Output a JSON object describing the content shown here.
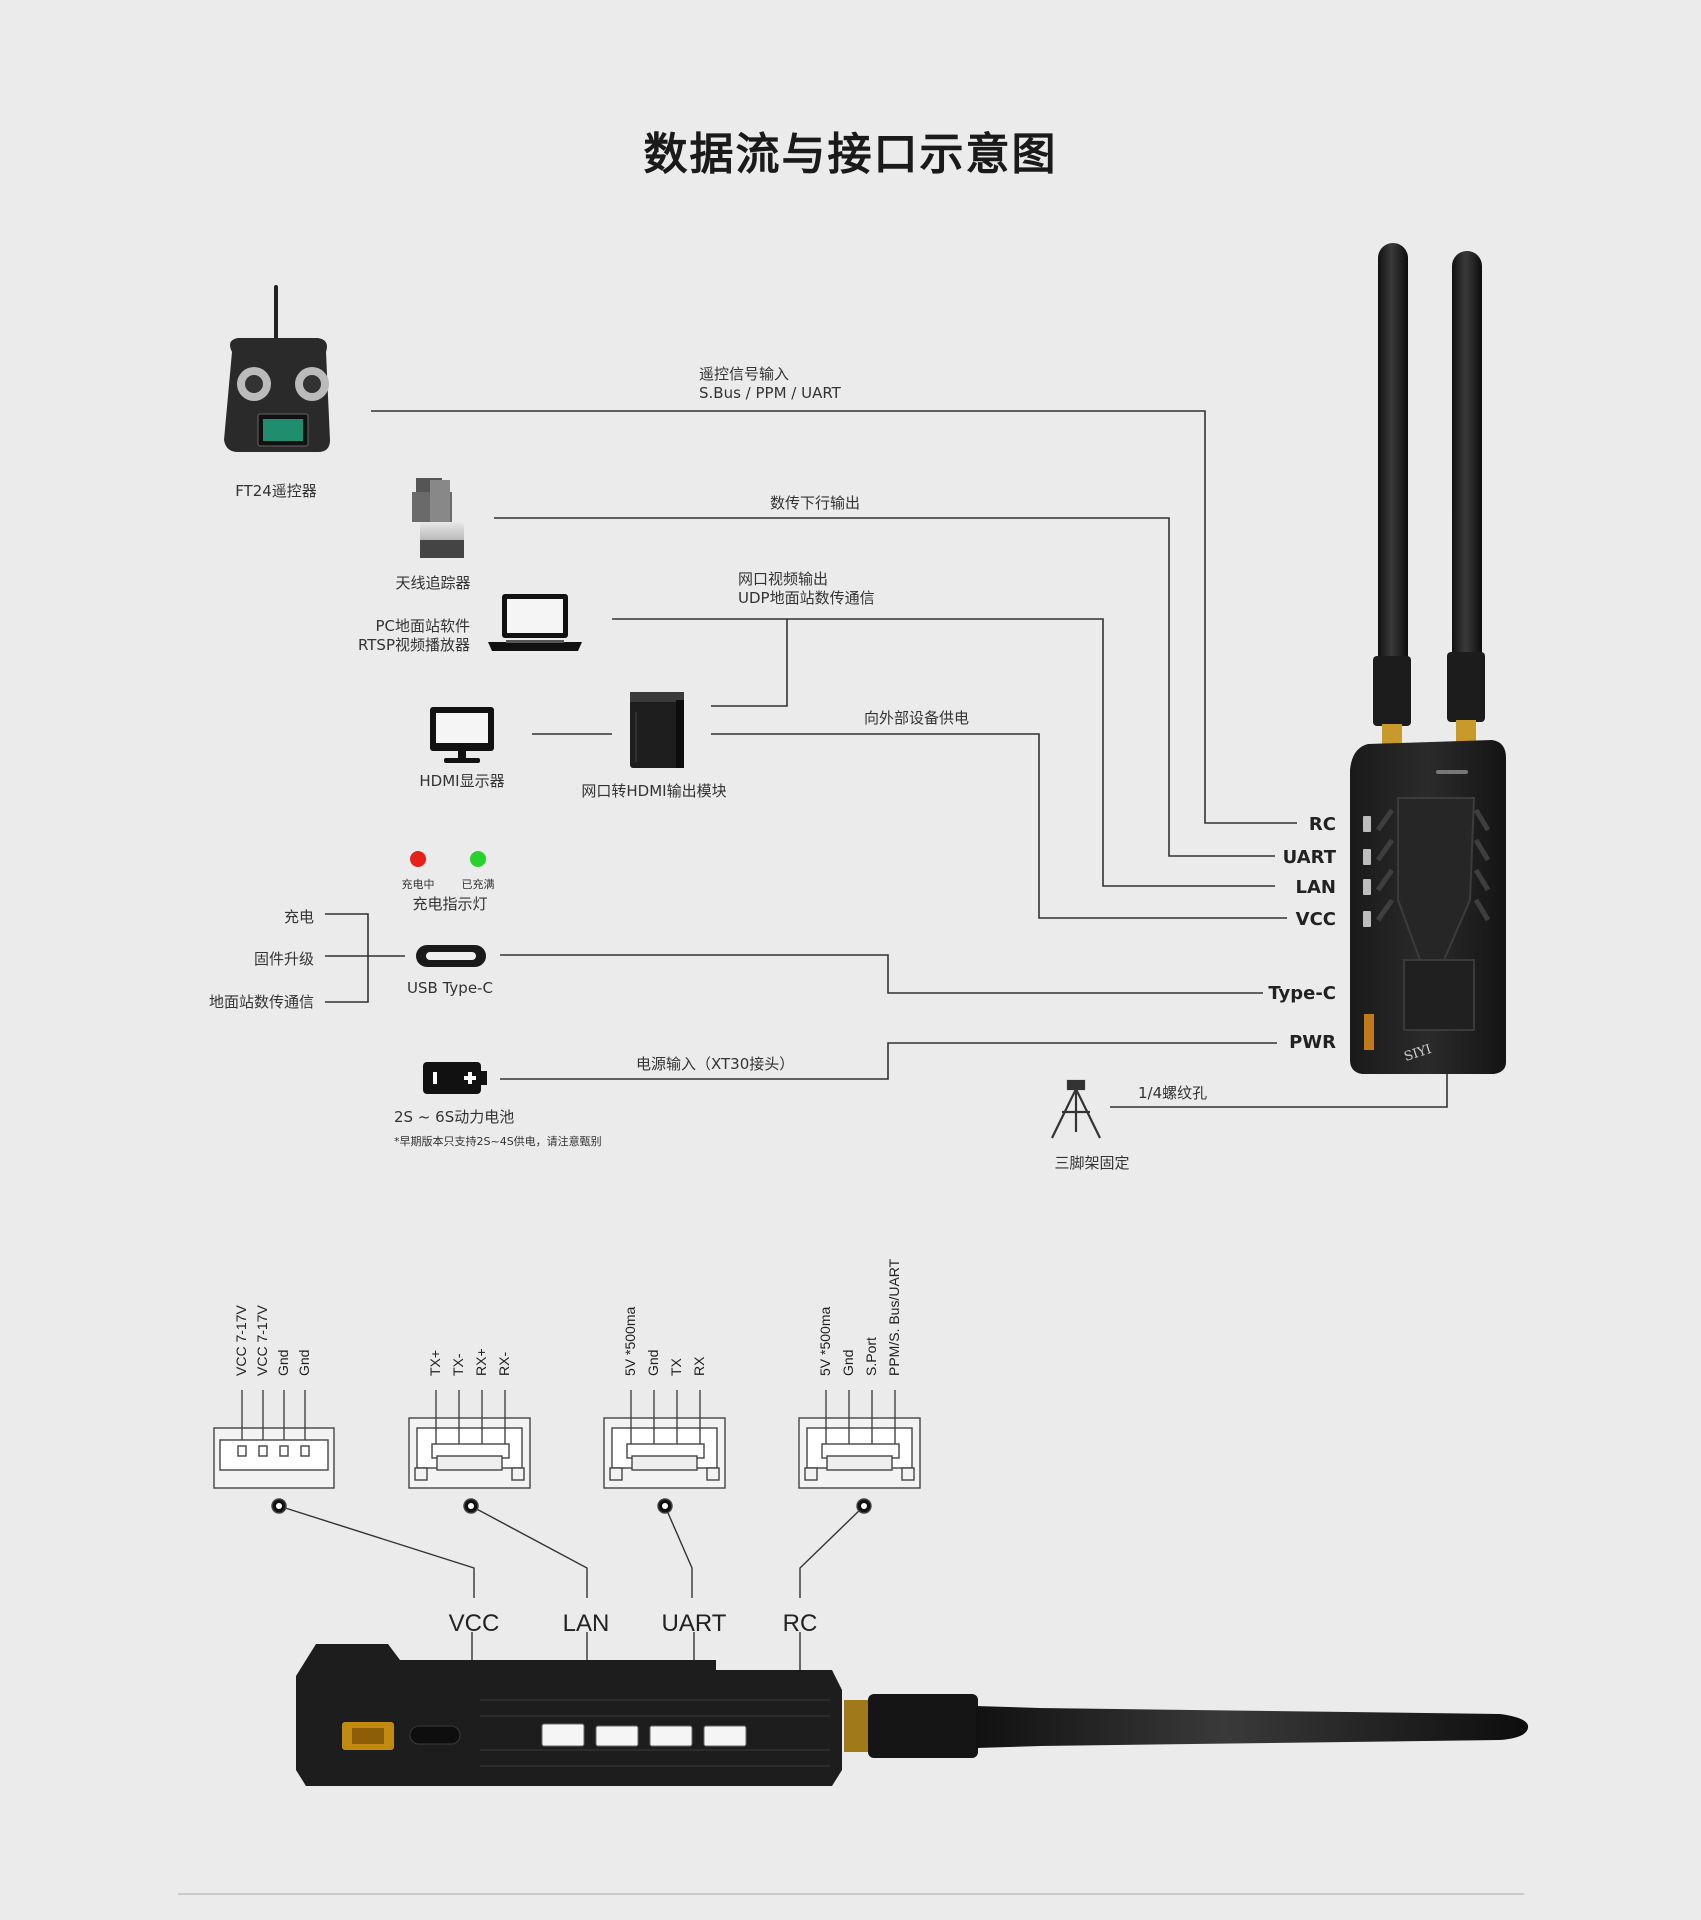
{
  "title": "数据流与接口示意图",
  "devices": {
    "rc": "FT24遥控器",
    "tracker": "天线追踪器",
    "pc_line1": "PC地面站软件",
    "pc_line2": "RTSP视频播放器",
    "hdmi_display": "HDMI显示器",
    "hdmi_module": "网口转HDMI输出模块",
    "usb": "USB Type-C",
    "battery": "2S ~ 6S动力电池",
    "battery_note": "*早期版本只支持2S~4S供电，请注意甄别",
    "tripod": "三脚架固定",
    "brand": "SIYI"
  },
  "links": {
    "rc_line1": "遥控信号输入",
    "rc_line2": "S.Bus / PPM / UART",
    "telemetry": "数传下行输出",
    "lan_line1": "网口视频输出",
    "lan_line2": "UDP地面站数传通信",
    "power_out": "向外部设备供电",
    "power_in": "电源输入（XT30接头）",
    "screw": "1/4螺纹孔"
  },
  "indicator": {
    "charging": "充电中",
    "full": "已充满",
    "label": "充电指示灯",
    "red": "#e8201c",
    "green": "#27d22a"
  },
  "usb_functions": [
    "充电",
    "固件升级",
    "地面站数传通信"
  ],
  "ports": [
    "RC",
    "UART",
    "LAN",
    "VCC",
    "Type-C",
    "PWR"
  ],
  "connectors": [
    {
      "name": "VCC",
      "pins": [
        "VCC 7-17V",
        "VCC 7-17V",
        "Gnd",
        "Gnd"
      ]
    },
    {
      "name": "LAN",
      "pins": [
        "TX+",
        "TX-",
        "RX+",
        "RX-"
      ]
    },
    {
      "name": "UART",
      "pins": [
        "5V *500ma",
        "Gnd",
        "TX",
        "RX"
      ]
    },
    {
      "name": "RC",
      "pins": [
        "5V *500ma",
        "Gnd",
        "S.Port",
        "PPM/S. Bus/UART"
      ]
    }
  ]
}
